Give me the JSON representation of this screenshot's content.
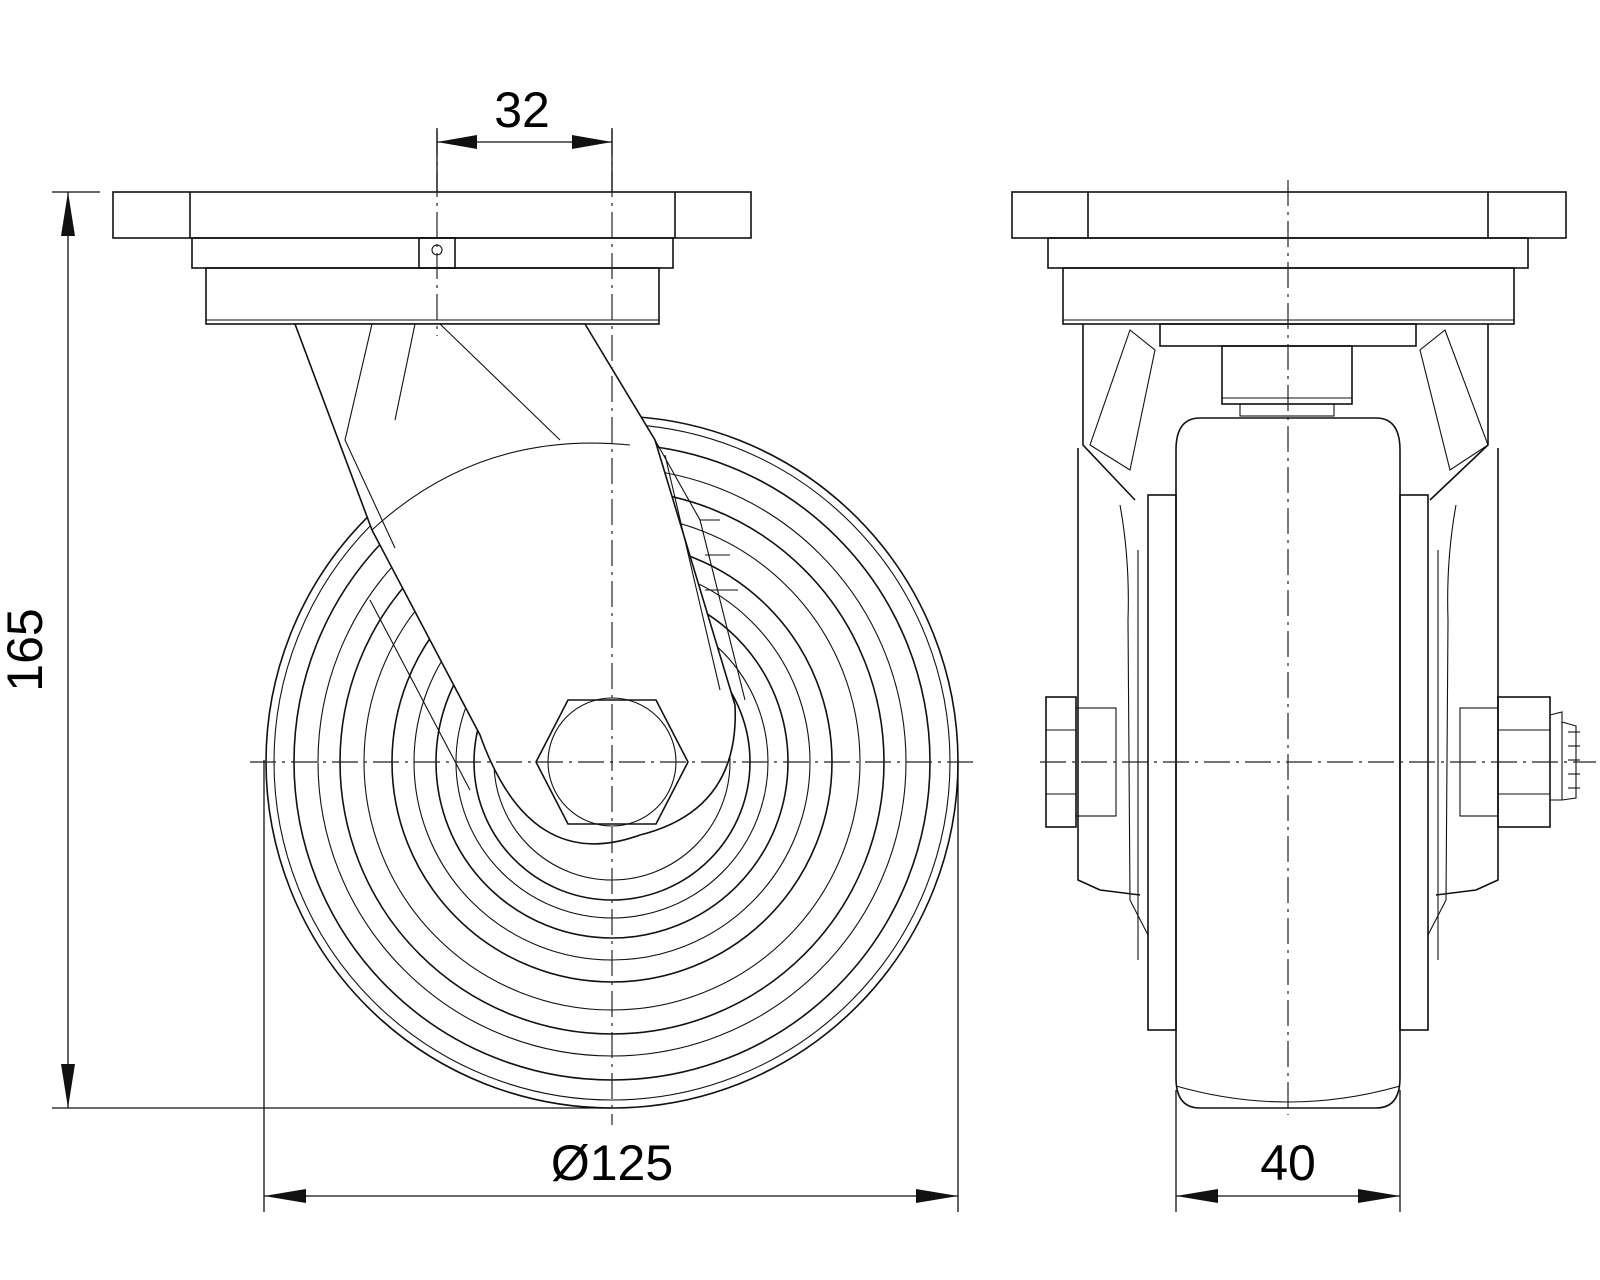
{
  "dimensions": {
    "offset": "32",
    "height": "165",
    "wheel_diameter": "Ø125",
    "wheel_width": "40"
  }
}
